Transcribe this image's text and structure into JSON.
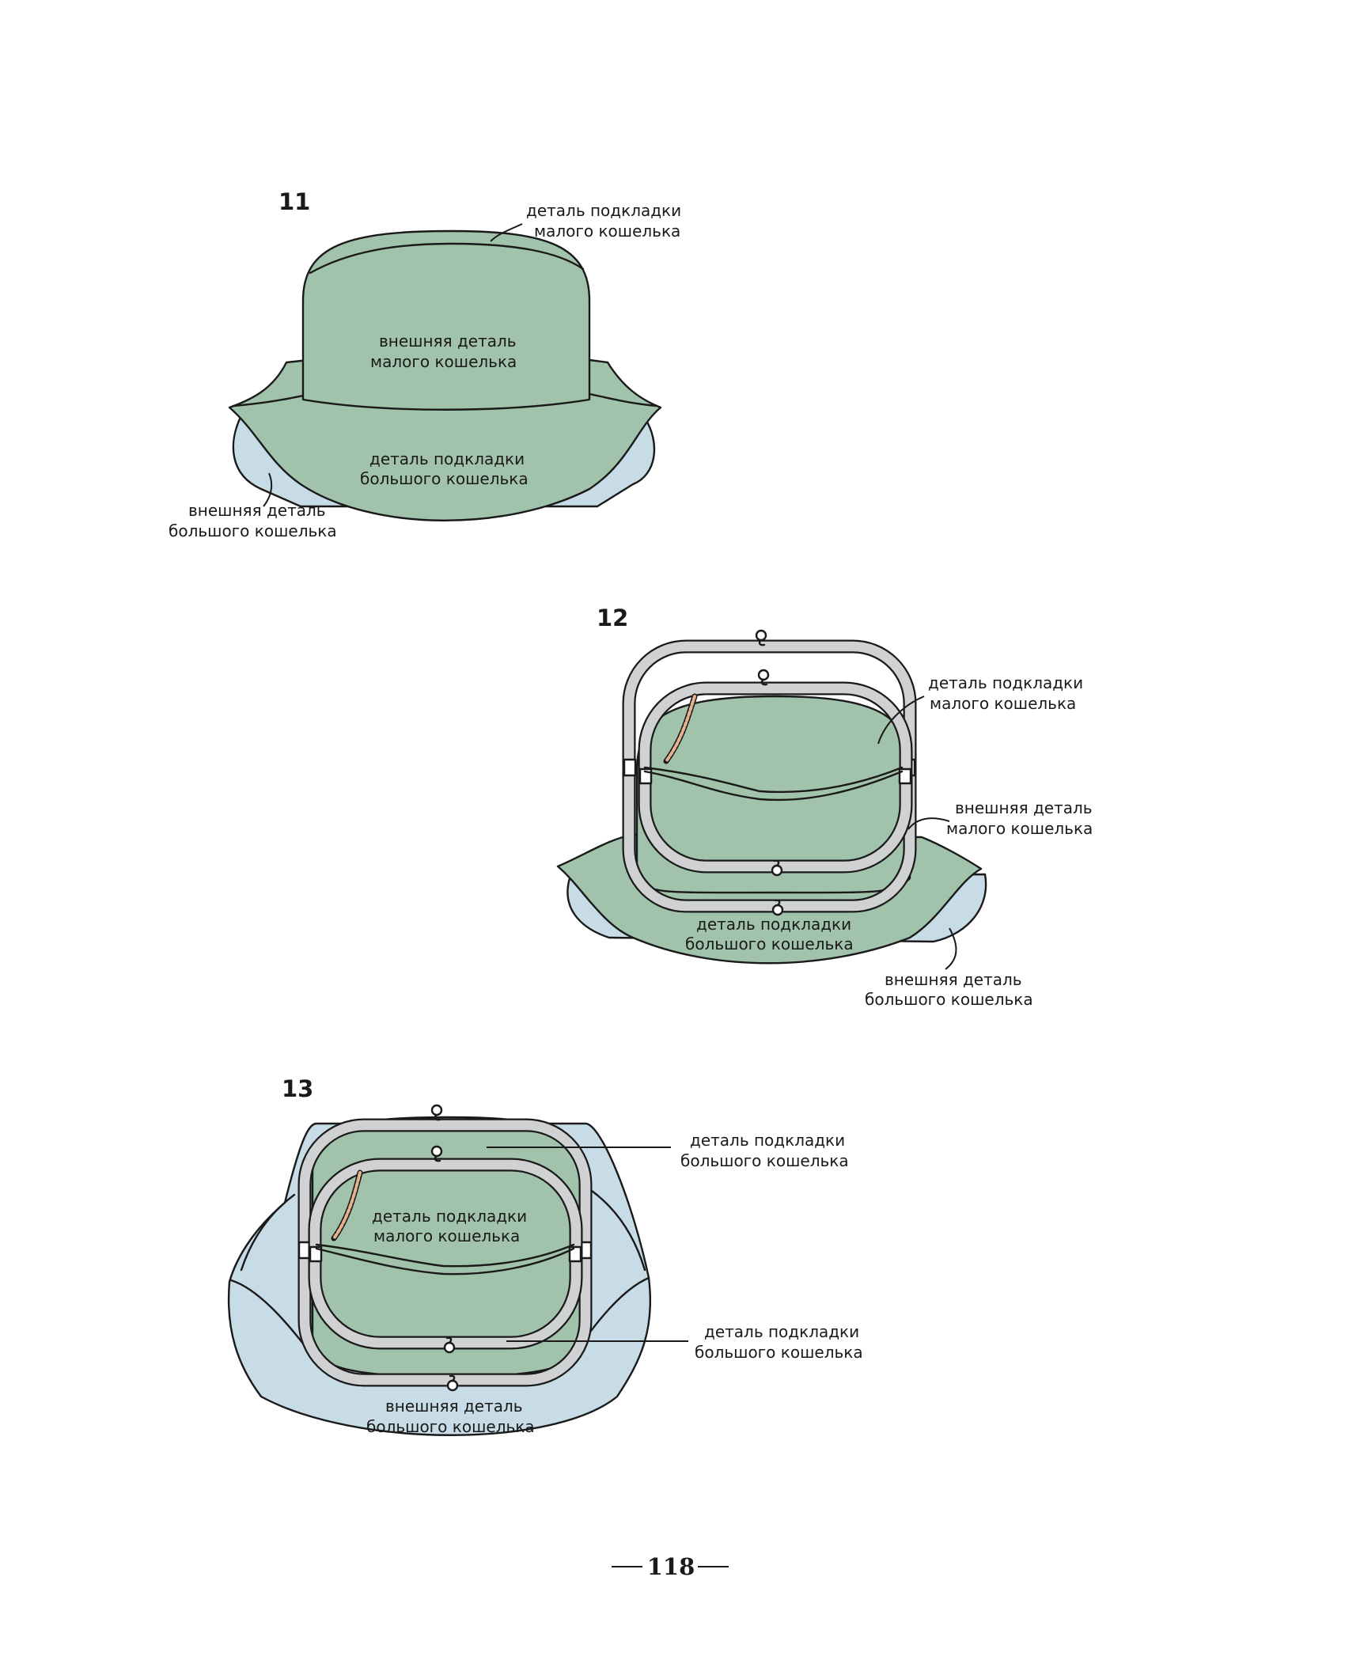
{
  "page_number": "118",
  "steps": [
    {
      "number": "11",
      "labels": {
        "small_lining": [
          "деталь подкладки",
          "малого кошелька"
        ],
        "small_outer": [
          "внешняя деталь",
          "малого кошелька"
        ],
        "big_lining": [
          "деталь подкладки",
          "большого кошелька"
        ],
        "big_outer": [
          "внешняя деталь",
          "большого кошелька"
        ]
      }
    },
    {
      "number": "12",
      "labels": {
        "small_lining": [
          "деталь подкладки",
          "малого кошелька"
        ],
        "small_outer": [
          "внешняя деталь",
          "малого кошелька"
        ],
        "big_lining": [
          "деталь подкладки",
          "большого кошелька"
        ],
        "big_outer": [
          "внешняя деталь",
          "большого кошелька"
        ]
      }
    },
    {
      "number": "13",
      "labels": {
        "big_lining_top": [
          "деталь подкладки",
          "большого кошелька"
        ],
        "small_lining": [
          "деталь подкладки",
          "малого кошелька"
        ],
        "big_lining_bottom": [
          "деталь подкладки",
          "большого кошелька"
        ],
        "big_outer": [
          "внешняя деталь",
          "большого кошелька"
        ]
      }
    }
  ],
  "colors": {
    "green_fabric": "#a2c3ab",
    "blue_fabric": "#c7dce6",
    "metal_frame": "#cfd1d3",
    "outline": "#1a1a1a",
    "stitch_thread": "#e7b28f"
  }
}
